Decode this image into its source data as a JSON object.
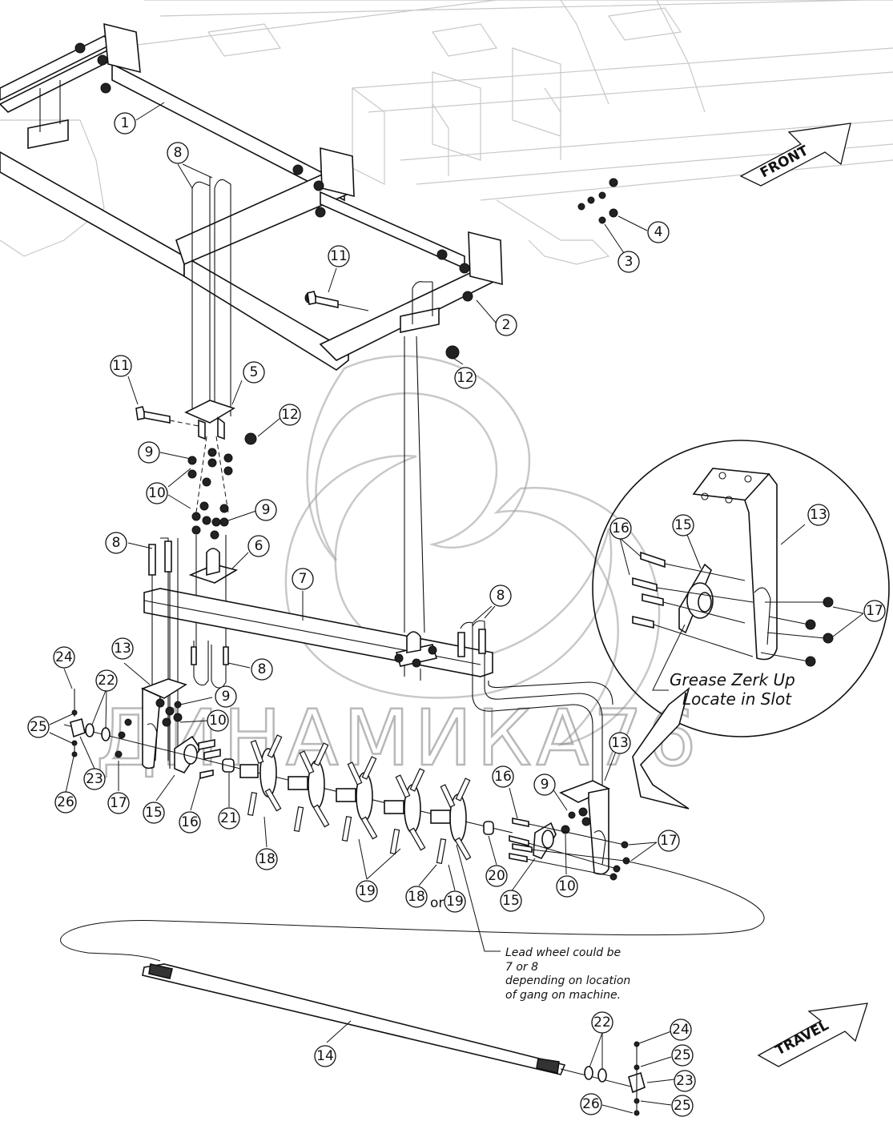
{
  "title": "Rolling basket gang assembly — exploded parts view",
  "direction_arrows": {
    "front": "FRONT",
    "travel": "TRAVEL"
  },
  "notes": {
    "grease_zerk": [
      "Grease Zerk Up",
      "Locate in Slot"
    ],
    "lead_wheel": [
      "Lead wheel could be",
      "7 or 8",
      "depending on location",
      "of gang on machine."
    ],
    "or_word": "or"
  },
  "watermark": "ДИНАМИКА76",
  "callouts": [
    {
      "id": "c1",
      "label": "1"
    },
    {
      "id": "c2",
      "label": "2"
    },
    {
      "id": "c3",
      "label": "3"
    },
    {
      "id": "c4",
      "label": "4"
    },
    {
      "id": "c5",
      "label": "5"
    },
    {
      "id": "c6",
      "label": "6"
    },
    {
      "id": "c7",
      "label": "7"
    },
    {
      "id": "c8a",
      "label": "8"
    },
    {
      "id": "c8b",
      "label": "8"
    },
    {
      "id": "c8c",
      "label": "8"
    },
    {
      "id": "c8d",
      "label": "8"
    },
    {
      "id": "c9a",
      "label": "9"
    },
    {
      "id": "c9b",
      "label": "9"
    },
    {
      "id": "c9c",
      "label": "9"
    },
    {
      "id": "c9d",
      "label": "9"
    },
    {
      "id": "c10a",
      "label": "10"
    },
    {
      "id": "c10b",
      "label": "10"
    },
    {
      "id": "c10c",
      "label": "10"
    },
    {
      "id": "c11a",
      "label": "11"
    },
    {
      "id": "c11b",
      "label": "11"
    },
    {
      "id": "c12a",
      "label": "12"
    },
    {
      "id": "c12b",
      "label": "12"
    },
    {
      "id": "c13a",
      "label": "13"
    },
    {
      "id": "c13b",
      "label": "13"
    },
    {
      "id": "c13c",
      "label": "13"
    },
    {
      "id": "c14",
      "label": "14"
    },
    {
      "id": "c15a",
      "label": "15"
    },
    {
      "id": "c15b",
      "label": "15"
    },
    {
      "id": "c15c",
      "label": "15"
    },
    {
      "id": "c16a",
      "label": "16"
    },
    {
      "id": "c16b",
      "label": "16"
    },
    {
      "id": "c16c",
      "label": "16"
    },
    {
      "id": "c17a",
      "label": "17"
    },
    {
      "id": "c17b",
      "label": "17"
    },
    {
      "id": "c17c",
      "label": "17"
    },
    {
      "id": "c18a",
      "label": "18"
    },
    {
      "id": "c18b",
      "label": "18"
    },
    {
      "id": "c19a",
      "label": "19"
    },
    {
      "id": "c19b",
      "label": "19"
    },
    {
      "id": "c20",
      "label": "20"
    },
    {
      "id": "c21",
      "label": "21"
    },
    {
      "id": "c22a",
      "label": "22"
    },
    {
      "id": "c22b",
      "label": "22"
    },
    {
      "id": "c23a",
      "label": "23"
    },
    {
      "id": "c23b",
      "label": "23"
    },
    {
      "id": "c24a",
      "label": "24"
    },
    {
      "id": "c24b",
      "label": "24"
    },
    {
      "id": "c25a",
      "label": "25"
    },
    {
      "id": "c25b",
      "label": "25"
    },
    {
      "id": "c25c",
      "label": "25"
    },
    {
      "id": "c26a",
      "label": "26"
    },
    {
      "id": "c26b",
      "label": "26"
    }
  ]
}
